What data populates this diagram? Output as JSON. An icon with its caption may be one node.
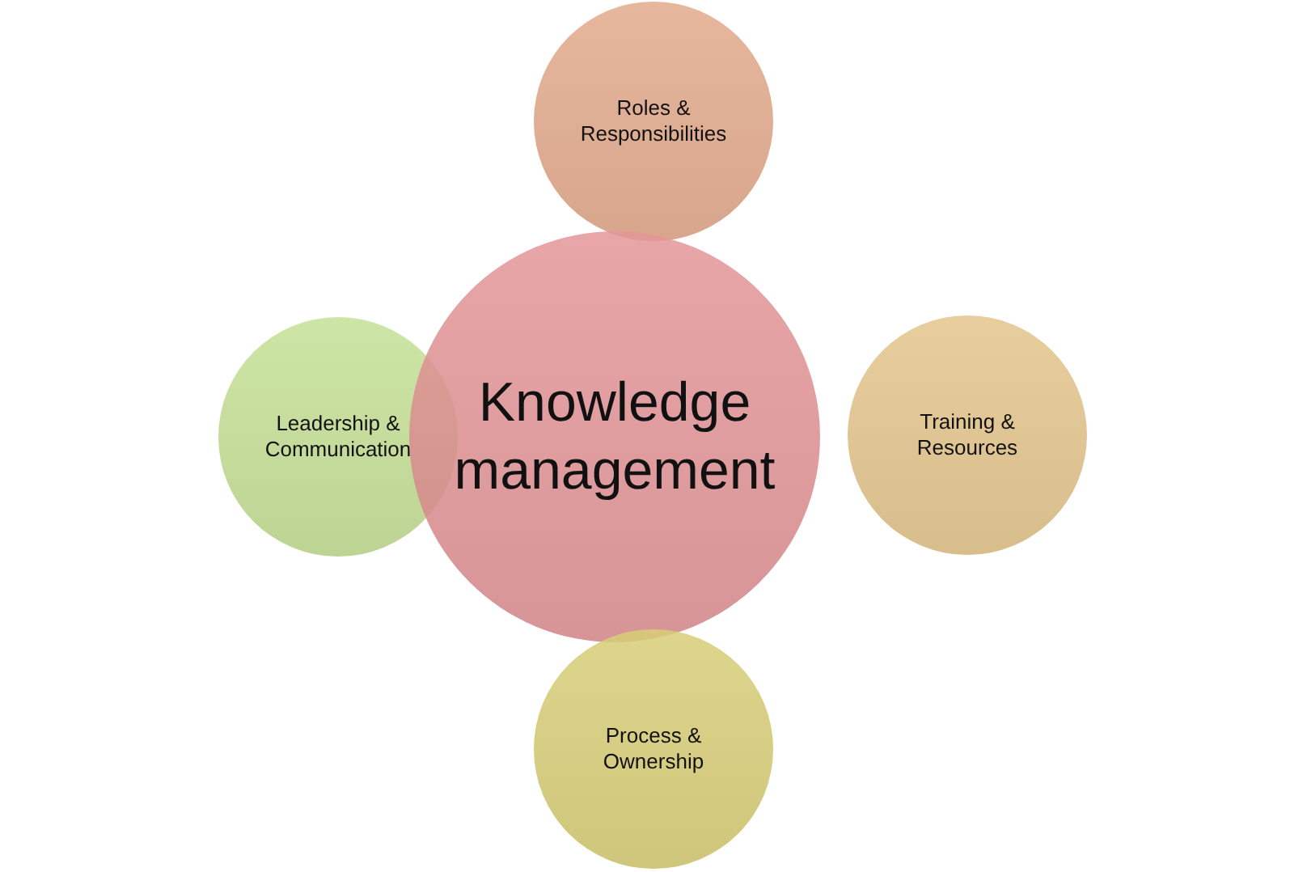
{
  "diagram": {
    "nodes": [
      {
        "text": [
          "Roles & Responsibilities"
        ]
      },
      {
        "text": [
          "Leadership & Communication"
        ]
      },
      {
        "text": [
          "Knowledge management"
        ]
      },
      {
        "text": [
          "Training & Resources"
        ]
      },
      {
        "text": [
          "Process & Ownership"
        ]
      }
    ]
  }
}
